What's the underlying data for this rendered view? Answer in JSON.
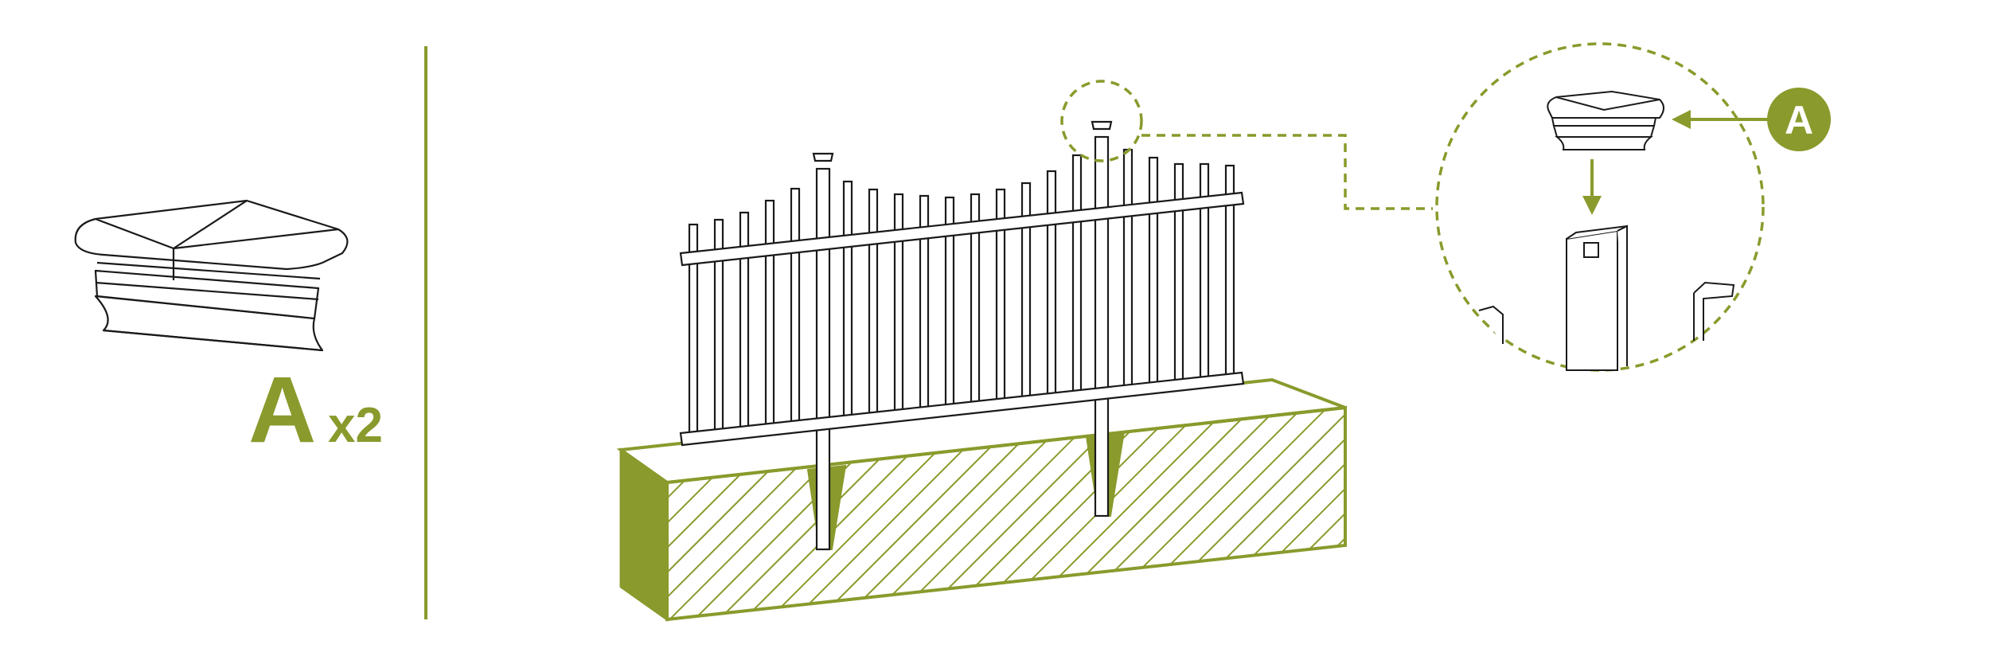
{
  "part": {
    "letter": "A",
    "quantity": "x2"
  },
  "callout": {
    "letter": "A"
  },
  "colors": {
    "accent": "#8a9a2c",
    "line": "#1a1a1a",
    "background": "#ffffff"
  }
}
